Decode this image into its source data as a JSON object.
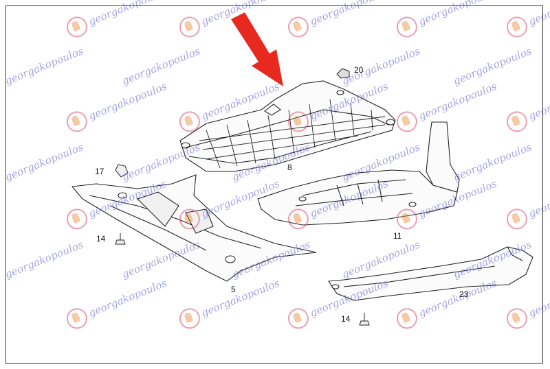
{
  "watermark": {
    "brand": "georgakopoulos"
  },
  "callouts": [
    {
      "id": "p20",
      "number": "20"
    },
    {
      "id": "p8",
      "number": "8"
    },
    {
      "id": "p17",
      "number": "17"
    },
    {
      "id": "p11",
      "number": "11"
    },
    {
      "id": "p14a",
      "number": "14"
    },
    {
      "id": "p5",
      "number": "5"
    },
    {
      "id": "p14b",
      "number": "14"
    },
    {
      "id": "p23",
      "number": "23"
    }
  ],
  "highlight": {
    "target_part": "8",
    "arrow_color": "#e8291f"
  }
}
